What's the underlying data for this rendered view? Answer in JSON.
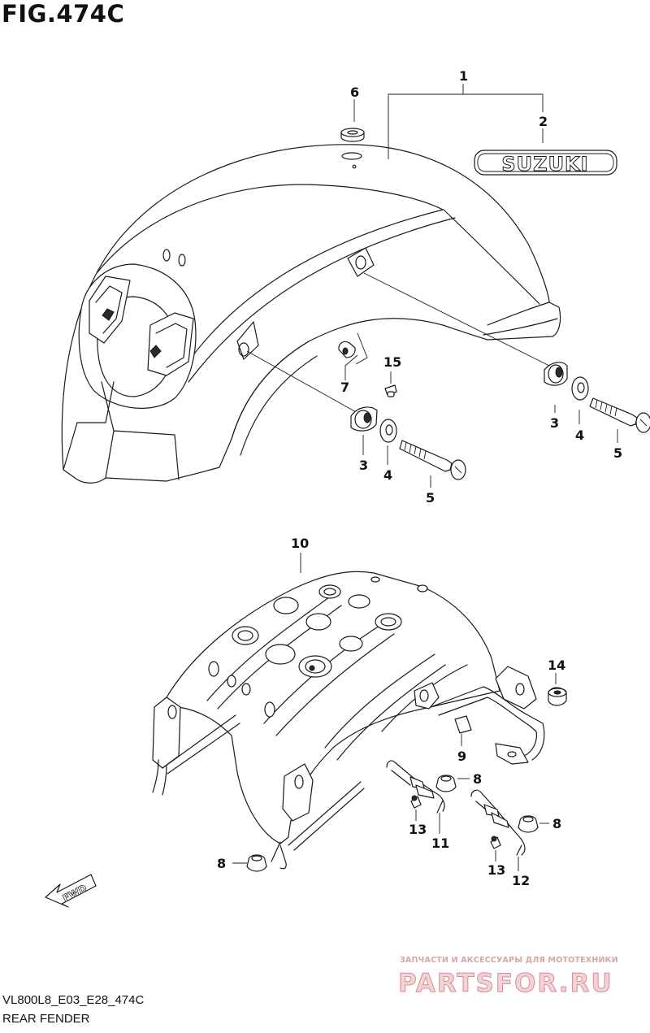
{
  "figure": {
    "title": "FIG.474C"
  },
  "callouts": {
    "c1": "1",
    "c2": "2",
    "c6": "6",
    "c15": "15",
    "c7": "7",
    "c3a": "3",
    "c4a": "4",
    "c5a": "5",
    "c3b": "3",
    "c4b": "4",
    "c5b": "5",
    "c10": "10",
    "c14": "14",
    "c9": "9",
    "c8a": "8",
    "c8b": "8",
    "c8c": "8",
    "c11": "11",
    "c12": "12",
    "c13a": "13",
    "c13b": "13"
  },
  "emblem": {
    "text": "SUZUKI"
  },
  "fwd_arrow": {
    "text": "FWD"
  },
  "footer": {
    "code": "VL800L8_E03_E28_474C",
    "name": "REAR FENDER"
  },
  "watermark": {
    "line1": "ЗАПЧАСТИ И АКСЕССУАРЫ ДЛЯ МОТОТЕХНИКИ",
    "line2": "PARTSFOR.RU"
  },
  "colors": {
    "line": "#1a1a1a",
    "background": "#ffffff",
    "watermark": "#d98c94"
  }
}
